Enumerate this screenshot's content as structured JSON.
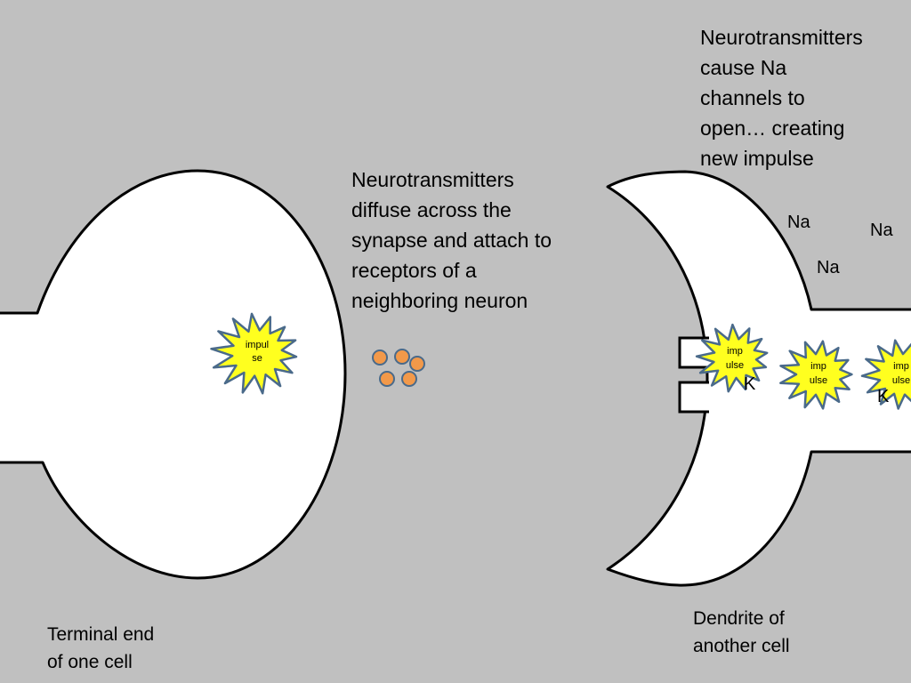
{
  "captions": {
    "diffuse": "Neurotransmitters\ndiffuse across the\nsynapse and attach to\nreceptors of a\nneighboring neuron",
    "channels_open": "Neurotransmitters\ncause Na\nchannels to\nopen… creating\nnew impulse",
    "dendrite": "Dendrite of\nanother cell",
    "terminal": "Terminal end\nof one cell"
  },
  "impulses": {
    "terminal": [
      "impul",
      "se"
    ],
    "dendrite_1": [
      "imp",
      "ulse"
    ],
    "dendrite_2": [
      "imp",
      "ulse"
    ],
    "dendrite_3": [
      "imp",
      "ulse"
    ]
  },
  "ions": {
    "na_1": "Na",
    "na_2": "Na",
    "na_3": "Na",
    "k_1": "K",
    "k_2": "K"
  },
  "colors": {
    "background": "#c0c0c0",
    "cell_fill": "#ffffff",
    "cell_outline": "#000000",
    "impulse_fill": "#ffff1f",
    "impulse_outline": "#4a6a8a",
    "neurotransmitter_fill": "#f2994a",
    "neurotransmitter_outline": "#4a6a8a"
  }
}
